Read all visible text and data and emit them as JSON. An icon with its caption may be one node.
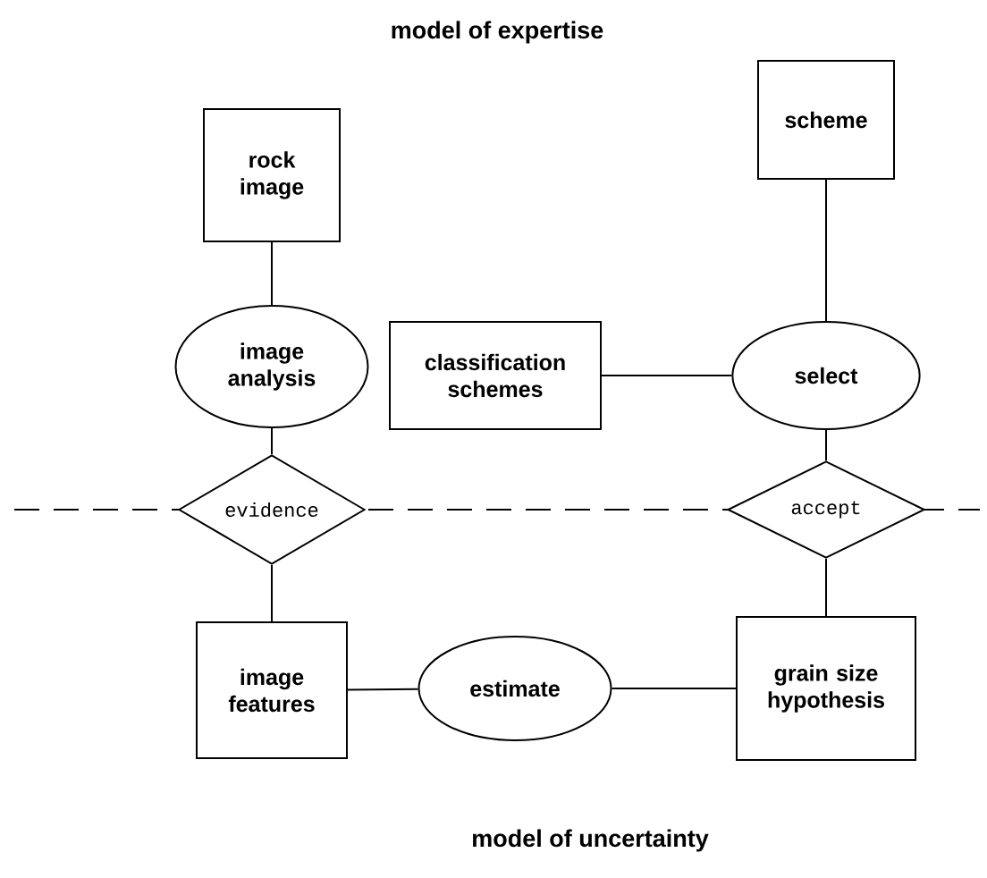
{
  "diagram": {
    "nodes": [
      {
        "text": [
          "rock image"
        ]
      },
      {
        "text": [
          "scheme"
        ]
      },
      {
        "text": [
          "image analysis"
        ]
      },
      {
        "text": [
          "classification schemes"
        ]
      },
      {
        "text": [
          "select"
        ]
      },
      {
        "text": [
          "evidence"
        ]
      },
      {
        "text": [
          "accept"
        ]
      },
      {
        "text": [
          "image features"
        ]
      },
      {
        "text": [
          "estimate"
        ]
      },
      {
        "text": [
          "grain size hypothesis"
        ]
      }
    ],
    "edges": [
      {
        "from": 0,
        "to": 2,
        "arrow": "none"
      },
      {
        "from": 2,
        "to": 5,
        "arrow": "none"
      },
      {
        "from": 5,
        "to": 7,
        "arrow": "none"
      },
      {
        "from": 7,
        "to": 8,
        "arrow": "none"
      },
      {
        "from": 8,
        "to": 9,
        "arrow": "none"
      },
      {
        "from": 9,
        "to": 6,
        "arrow": "none"
      },
      {
        "from": 6,
        "to": 4,
        "arrow": "none"
      },
      {
        "from": 4,
        "to": 1,
        "arrow": "none"
      },
      {
        "from": 3,
        "to": 4,
        "arrow": "none"
      }
    ],
    "labels": [
      "model of expertise",
      "model of uncertainty"
    ]
  }
}
